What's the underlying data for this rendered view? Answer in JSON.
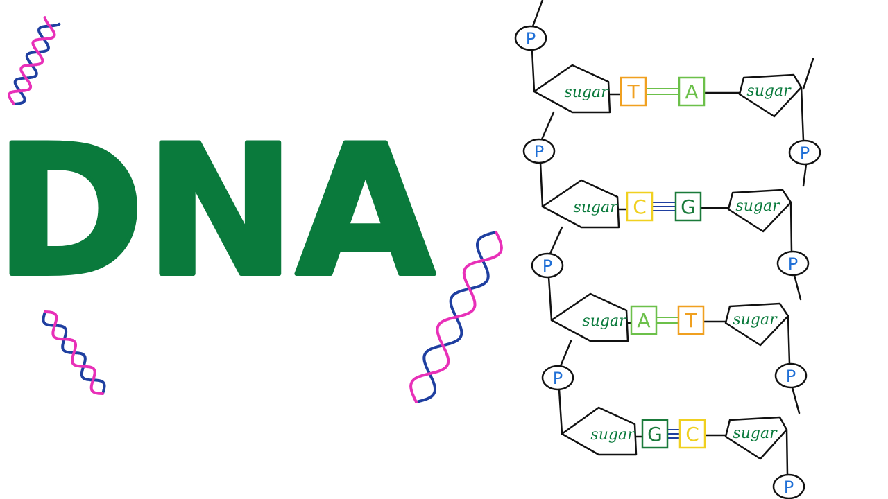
{
  "title": "DNA",
  "colors": {
    "title": "#0a7a3c",
    "line": "#111111",
    "sugar_text": "#0a7a3c",
    "phosphate_text": "#1f6fd6",
    "helix_strand_a": "#e830b8",
    "helix_strand_b": "#1f3fa0",
    "base_T": "#f0a020",
    "base_A": "#6cc04a",
    "base_C": "#f0d020",
    "base_G": "#1a7a3a",
    "bond_double": "#6cc04a",
    "bond_triple": "#1f3fa0"
  },
  "ladder": {
    "sugar_label": "sugar",
    "phosphate_label": "P",
    "pairs": [
      {
        "left_base": "T",
        "right_base": "A",
        "bonds": 2
      },
      {
        "left_base": "C",
        "right_base": "G",
        "bonds": 3
      },
      {
        "left_base": "A",
        "right_base": "T",
        "bonds": 2
      },
      {
        "left_base": "G",
        "right_base": "C",
        "bonds": 3
      }
    ]
  },
  "icons": [
    "double-helix-icon",
    "double-helix-icon",
    "double-helix-icon"
  ]
}
